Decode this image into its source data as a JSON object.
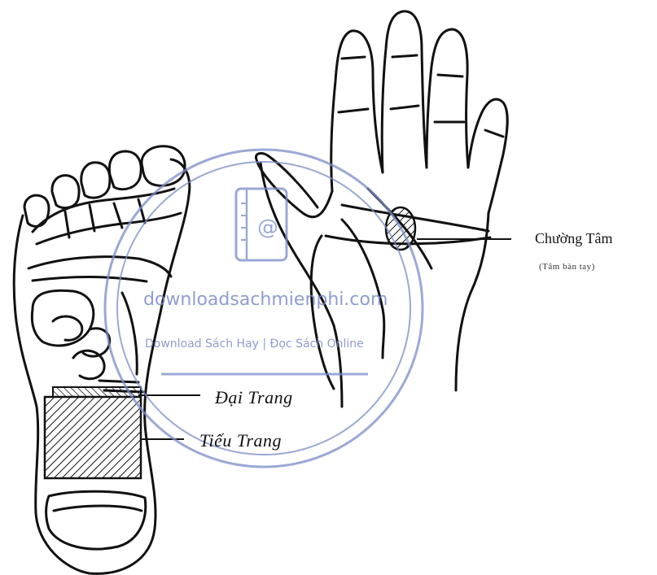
{
  "labels": {
    "chuong_tam": "Chường Tâm",
    "chuong_tam_sub": "(Tâm bàn tay)",
    "dai_trang": "Đại Trang",
    "tieu_trang": "Tiếu Trang"
  },
  "watermark": {
    "site": "downloadsachmienphi.com",
    "tagline": "Download Sách Hay | Đọc Sách Online",
    "color": "#7c8cc8",
    "icon": "book-icon"
  }
}
